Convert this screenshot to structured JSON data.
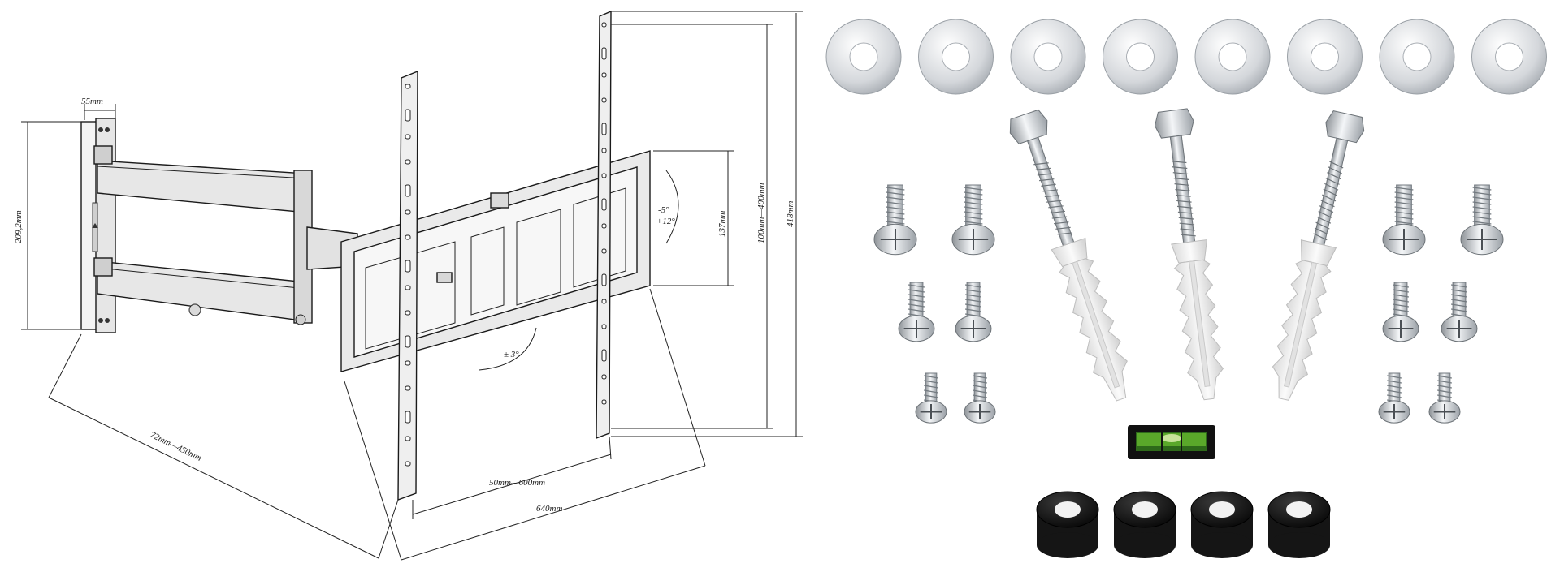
{
  "drawing": {
    "labels": {
      "wall_plate_height": "209,2mm",
      "wall_plate_width": "55mm",
      "arm_extension": "72mm—450mm",
      "vesa_horizontal": "50mm—600mm",
      "bracket_width": "640mm",
      "vesa_vertical": "100mm—400mm",
      "bracket_height": "418mm",
      "plate_offset": "137mm",
      "tilt_up": "-5°",
      "tilt_down": "+12°",
      "swivel": "± 3°"
    }
  },
  "hardware": {
    "washers_count": 8,
    "lag_bolts_count": 3,
    "left_screws_count": 6,
    "right_screws_count": 6,
    "spacers_count": 4,
    "has_bubble_level": true,
    "colors": {
      "zinc": "#c9ccd0",
      "anchor": "#eeeeee",
      "spacer": "#151515",
      "level_liquid": "#5aa82a"
    }
  }
}
